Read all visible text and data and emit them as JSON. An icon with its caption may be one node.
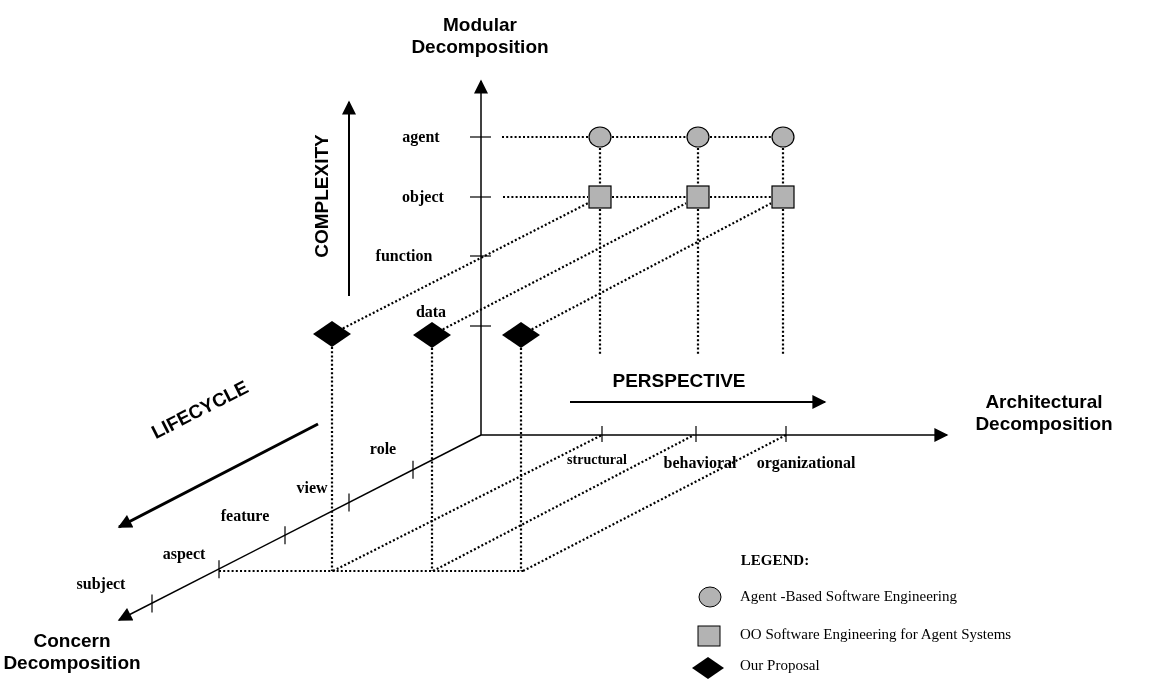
{
  "diagram": {
    "nodes": [
      {
        "text": [],
        "shape": "circle"
      },
      {
        "text": [],
        "shape": "circle"
      },
      {
        "text": [],
        "shape": "circle"
      },
      {
        "text": [],
        "shape": "box"
      },
      {
        "text": [],
        "shape": "box"
      },
      {
        "text": [],
        "shape": "box"
      },
      {
        "text": [],
        "shape": "diamond"
      },
      {
        "text": [],
        "shape": "diamond"
      },
      {
        "text": [],
        "shape": "diamond"
      }
    ],
    "edges": [
      {
        "from": null,
        "to": 0,
        "arrow": "none",
        "style": "dashed"
      },
      {
        "from": 0,
        "to": 1,
        "arrow": "none",
        "style": "dashed"
      },
      {
        "from": 1,
        "to": 2,
        "arrow": "none",
        "style": "dashed"
      },
      {
        "from": null,
        "to": 3,
        "arrow": "none",
        "style": "dashed"
      },
      {
        "from": 3,
        "to": 4,
        "arrow": "none",
        "style": "dashed"
      },
      {
        "from": 4,
        "to": 5,
        "arrow": "none",
        "style": "dashed"
      },
      {
        "from": 0,
        "to": 3,
        "arrow": "none",
        "style": "dashed"
      },
      {
        "from": 1,
        "to": 4,
        "arrow": "none",
        "style": "dashed"
      },
      {
        "from": 2,
        "to": 5,
        "arrow": "none",
        "style": "dashed"
      },
      {
        "from": 3,
        "to": null,
        "arrow": "none",
        "style": "dashed"
      },
      {
        "from": 4,
        "to": null,
        "arrow": "none",
        "style": "dashed"
      },
      {
        "from": 5,
        "to": null,
        "arrow": "none",
        "style": "dashed"
      },
      {
        "from": 6,
        "to": 3,
        "arrow": "none",
        "style": "dashed"
      },
      {
        "from": 7,
        "to": 4,
        "arrow": "none",
        "style": "dashed"
      },
      {
        "from": 8,
        "to": 5,
        "arrow": "none",
        "style": "dashed"
      },
      {
        "from": 6,
        "to": null,
        "arrow": "none",
        "style": "dashed"
      },
      {
        "from": 7,
        "to": null,
        "arrow": "none",
        "style": "dashed"
      },
      {
        "from": 8,
        "to": null,
        "arrow": "none",
        "style": "dashed"
      }
    ],
    "labels": [
      "Modular Decomposition",
      "COMPLEXITY",
      "agent",
      "object",
      "function",
      "data",
      "PERSPECTIVE",
      "LIFECYCLE",
      "role",
      "structural",
      "behavioral",
      "organizational",
      "Architectural Decomposition",
      "view",
      "feature",
      "aspect",
      "LEGEND:",
      "subject",
      "Concern Decomposition"
    ],
    "legend": [
      {
        "text": "Agent -Based Software Engineering"
      },
      {
        "text": "OO Software Engineering for Agent Systems"
      },
      {
        "text": "Our Proposal"
      }
    ]
  }
}
